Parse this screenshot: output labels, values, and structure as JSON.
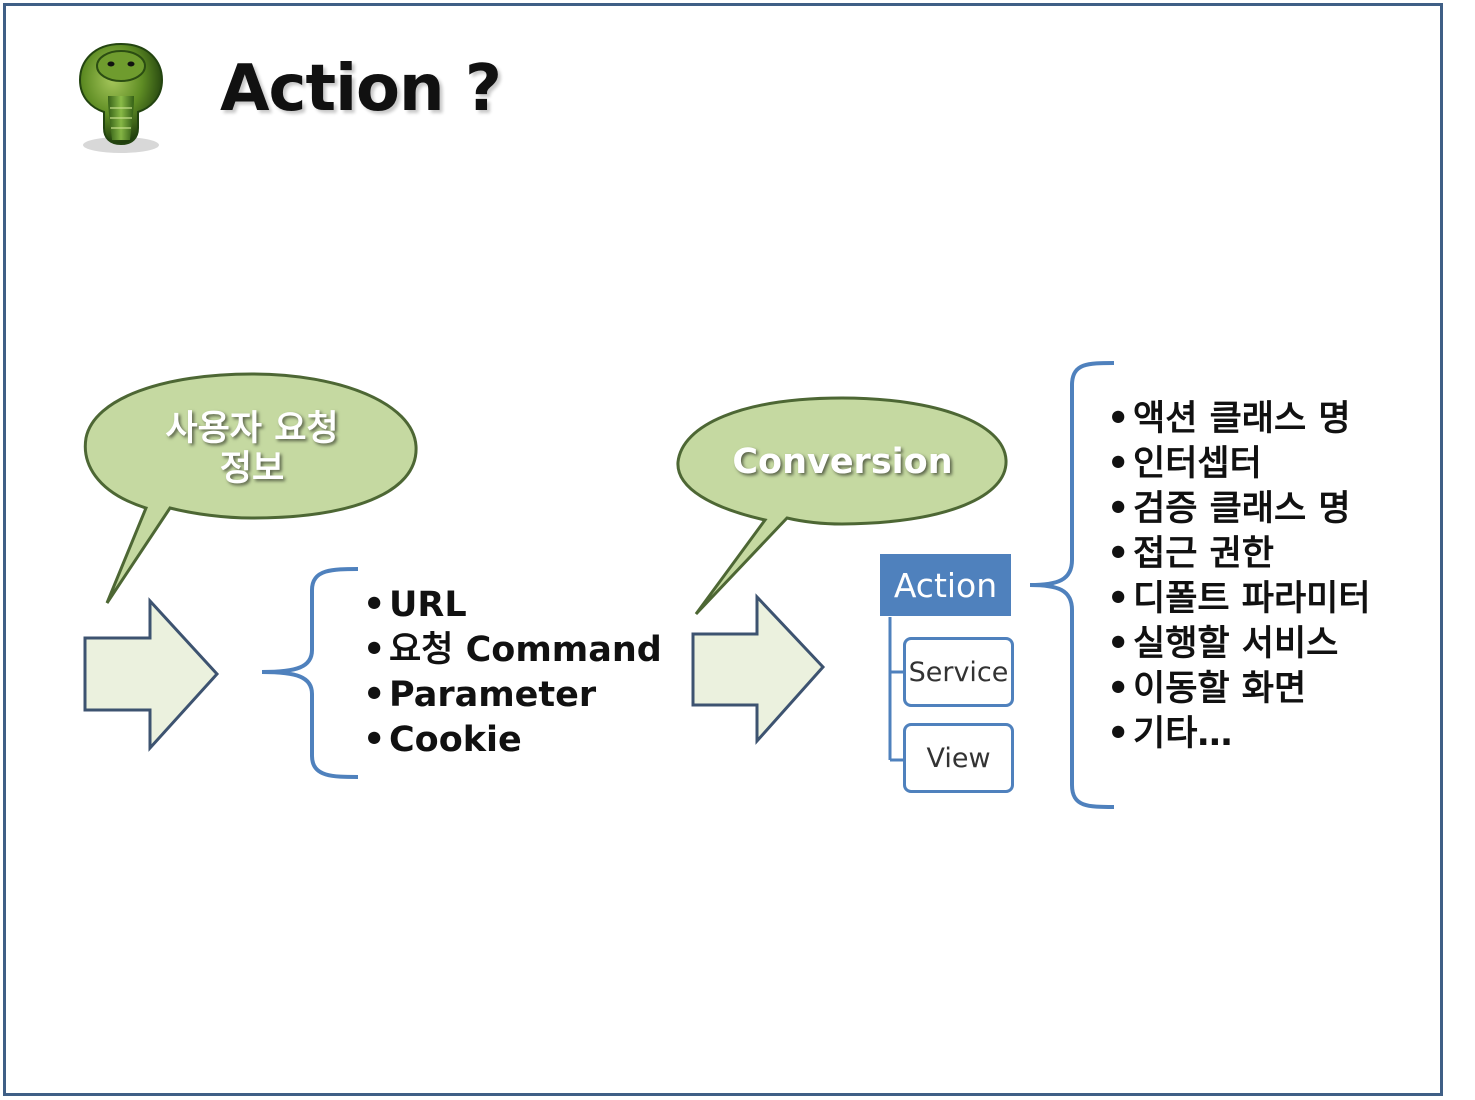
{
  "slide": {
    "title": "Action ?"
  },
  "colors": {
    "frame": "#3f5f86",
    "bubble_fill": "#c5d9a1",
    "bubble_stroke": "#4d6734",
    "arrow_fill": "#ebf1de",
    "arrow_stroke": "#3d5370",
    "bracket": "#4f81bd",
    "action_fill": "#4f81bd"
  },
  "bubbles": {
    "user_request": "사용자 요청\n정보",
    "conversion": "Conversion"
  },
  "request_items": [
    "URL",
    "요청 Command",
    "Parameter",
    "Cookie"
  ],
  "hierarchy": {
    "root": "Action",
    "children": [
      "Service",
      "View"
    ]
  },
  "action_items": [
    "액션 클래스 명",
    "인터셉터",
    "검증 클래스 명",
    "접근 권한",
    "디폴트 파라미터",
    "실행할 서비스",
    "이동할 화면",
    "기타…"
  ]
}
